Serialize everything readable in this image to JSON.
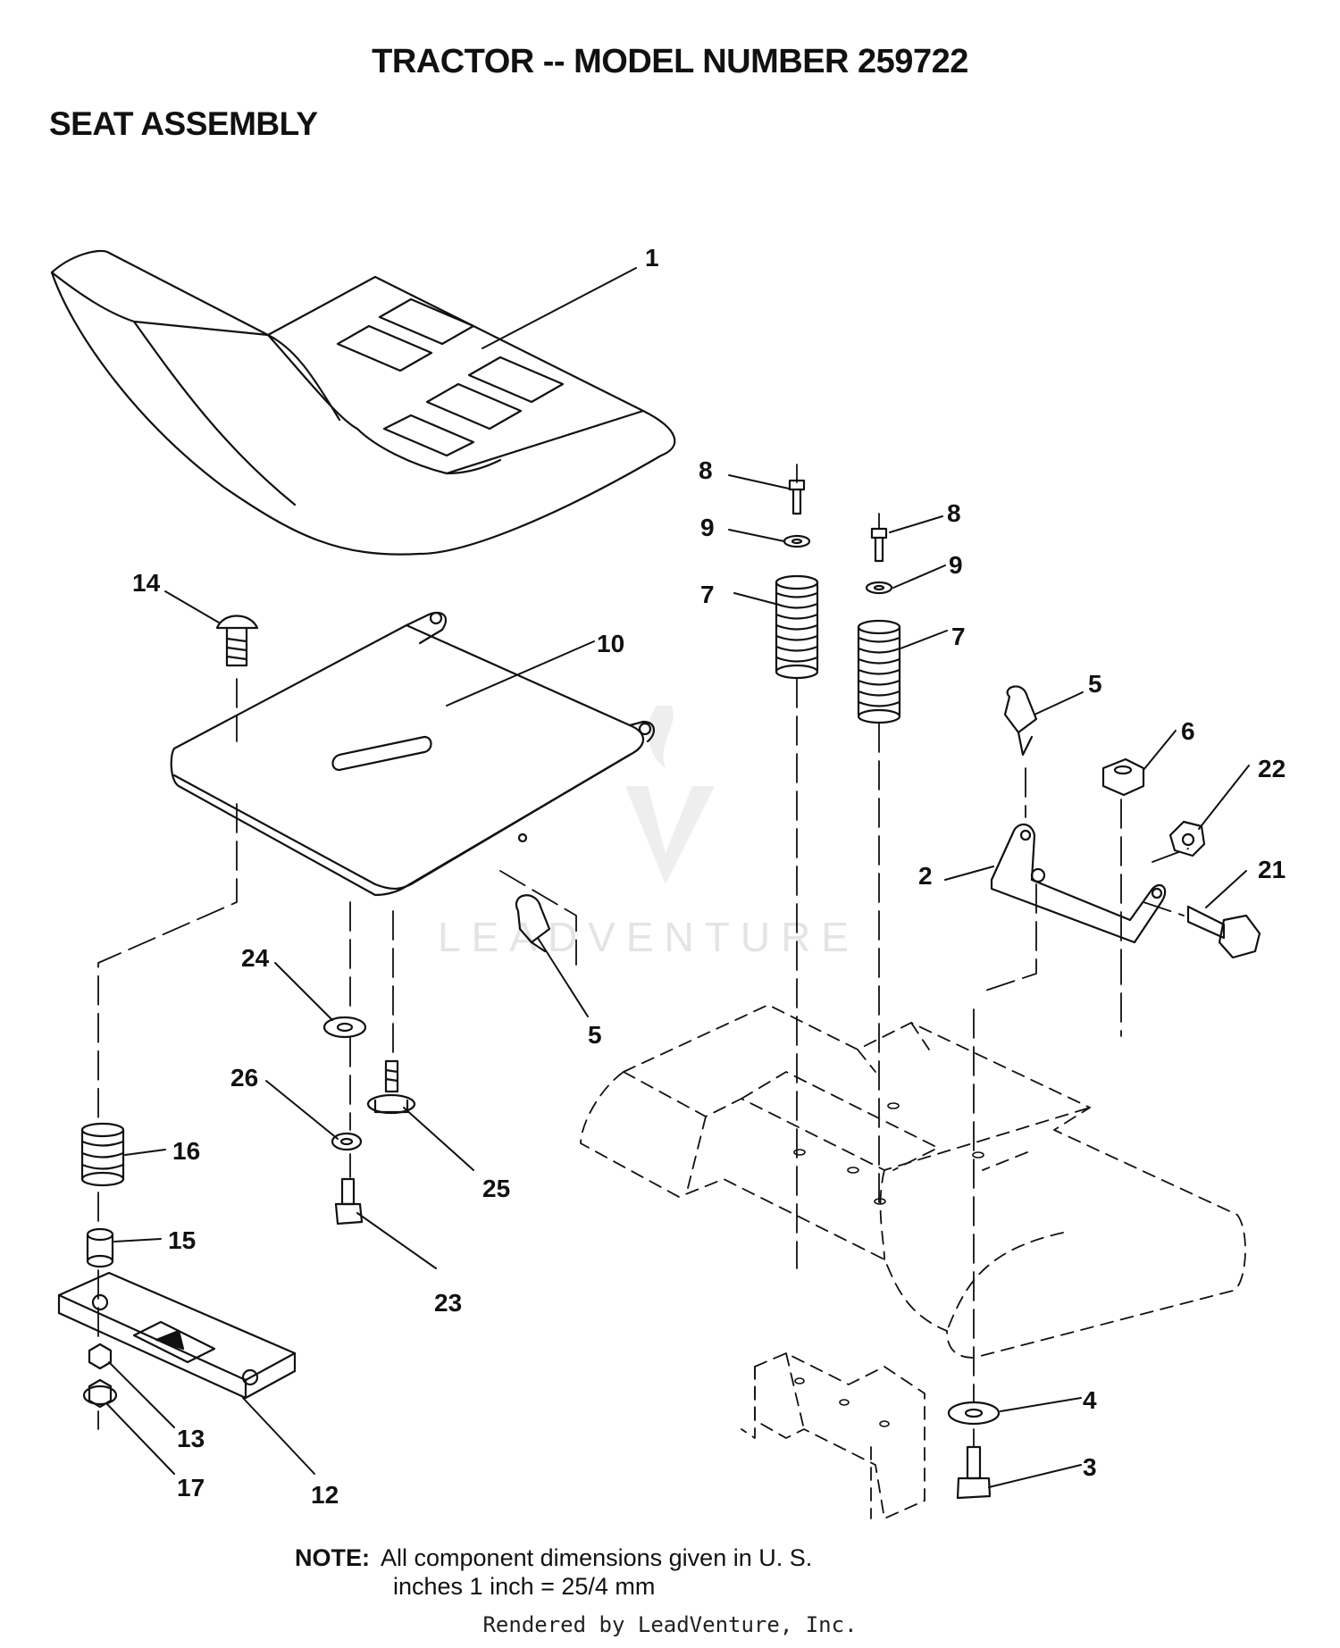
{
  "header": {
    "title": "TRACTOR -- MODEL NUMBER 259722",
    "subtitle": "SEAT ASSEMBLY"
  },
  "watermark": {
    "text": "LEADVENTURE",
    "color": "#e4e4e4"
  },
  "callouts": {
    "c1": "1",
    "c2": "2",
    "c3": "3",
    "c4": "4",
    "c5a": "5",
    "c5b": "5",
    "c6": "6",
    "c7a": "7",
    "c7b": "7",
    "c8a": "8",
    "c8b": "8",
    "c9a": "9",
    "c9b": "9",
    "c10": "10",
    "c12": "12",
    "c13": "13",
    "c14": "14",
    "c15": "15",
    "c16": "16",
    "c17": "17",
    "c21": "21",
    "c22": "22",
    "c23": "23",
    "c24": "24",
    "c25": "25",
    "c26": "26"
  },
  "note": {
    "label": "NOTE:",
    "line1": "All component dimensions given in U. S.",
    "line2": "inches 1 inch = 25/4 mm"
  },
  "footer": {
    "text": "Rendered by LeadVenture, Inc."
  }
}
